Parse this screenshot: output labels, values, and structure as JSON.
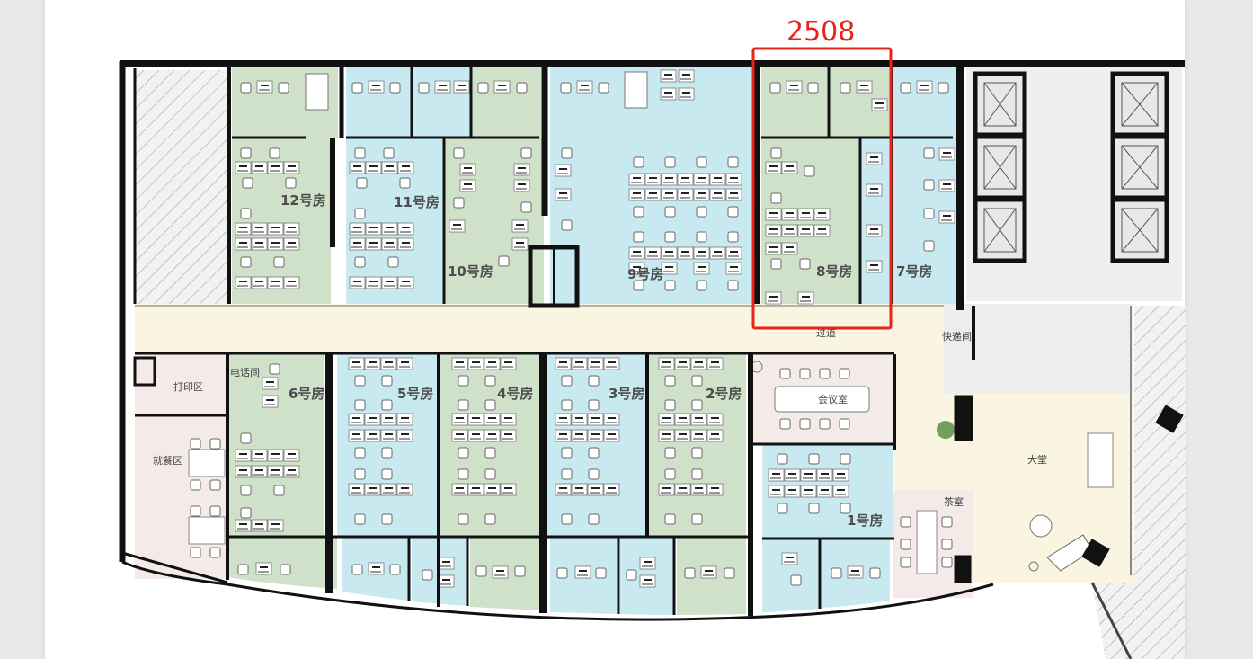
{
  "annotation": {
    "label": "2508",
    "color": "#e8231b"
  },
  "colors": {
    "green": "#cfe1c9",
    "blue": "#c9e9f1",
    "pink": "#f4ebe8",
    "yellow": "#f9f5e0",
    "wall": "#111111"
  },
  "rooms": {
    "r12": "12号房",
    "r11": "11号房",
    "r10": "10号房",
    "r9": "9号房",
    "r8": "8号房",
    "r7": "7号房",
    "r6": "6号房",
    "r5": "5号房",
    "r4": "4号房",
    "r3": "3号房",
    "r2": "2号房",
    "r1": "1号房"
  },
  "areas": {
    "corridor": "过道",
    "express": "快递间",
    "print": "打印区",
    "electric": "电话间",
    "dining": "就餐区",
    "meeting": "会议室",
    "tea": "茶室",
    "lobby": "大堂"
  }
}
